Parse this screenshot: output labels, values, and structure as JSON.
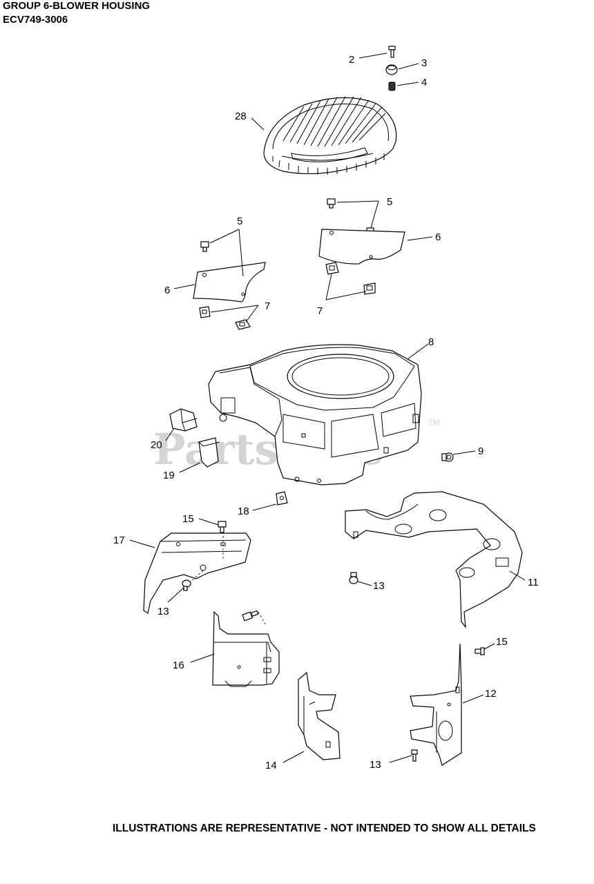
{
  "header": {
    "title": "GROUP 6-BLOWER HOUSING",
    "model": "ECV749-3006"
  },
  "watermark": {
    "text": "PartsTree",
    "tm": "TM"
  },
  "callouts": {
    "c2": "2",
    "c3": "3",
    "c4": "4",
    "c28": "28",
    "c5a": "5",
    "c5b": "5",
    "c6a": "6",
    "c6b": "6",
    "c7a": "7",
    "c7b": "7",
    "c8": "8",
    "c9": "9",
    "c20": "20",
    "c19": "19",
    "c18": "18",
    "c15a": "15",
    "c17": "17",
    "c11": "11",
    "c13a": "13",
    "c13b": "13",
    "c16": "16",
    "c15b": "15",
    "c12": "12",
    "c14": "14",
    "c13c": "13"
  },
  "footer": {
    "note": "ILLUSTRATIONS ARE REPRESENTATIVE - NOT INTENDED TO SHOW ALL DETAILS"
  }
}
